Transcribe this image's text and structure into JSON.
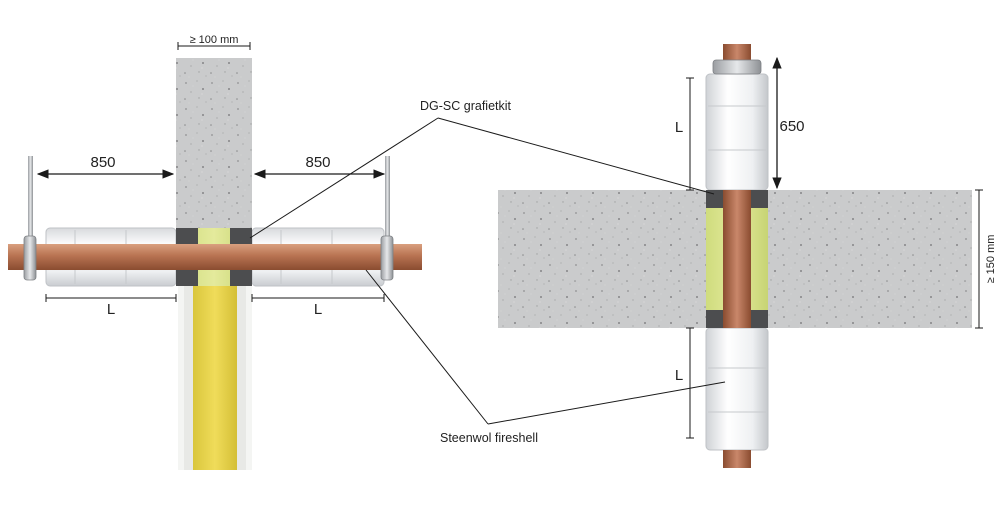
{
  "labels": {
    "wall_thickness": "≥ 100 mm",
    "dist_left": "850",
    "dist_right": "850",
    "len_left": "L",
    "len_right": "L",
    "kit": "DG-SC grafietkit",
    "shell": "Steenwol fireshell",
    "len_top": "L",
    "len_bottom": "L",
    "dist_top": "650",
    "floor_thickness": "≥ 150 mm"
  },
  "colors": {
    "concrete": "#c9cacb",
    "mineral_wool": "#e6d24a",
    "copper_pipe": "#b87352",
    "fireshell": "#eef0f2",
    "graphite_kit": "#4c4d4f",
    "line": "#1a1a1a"
  }
}
